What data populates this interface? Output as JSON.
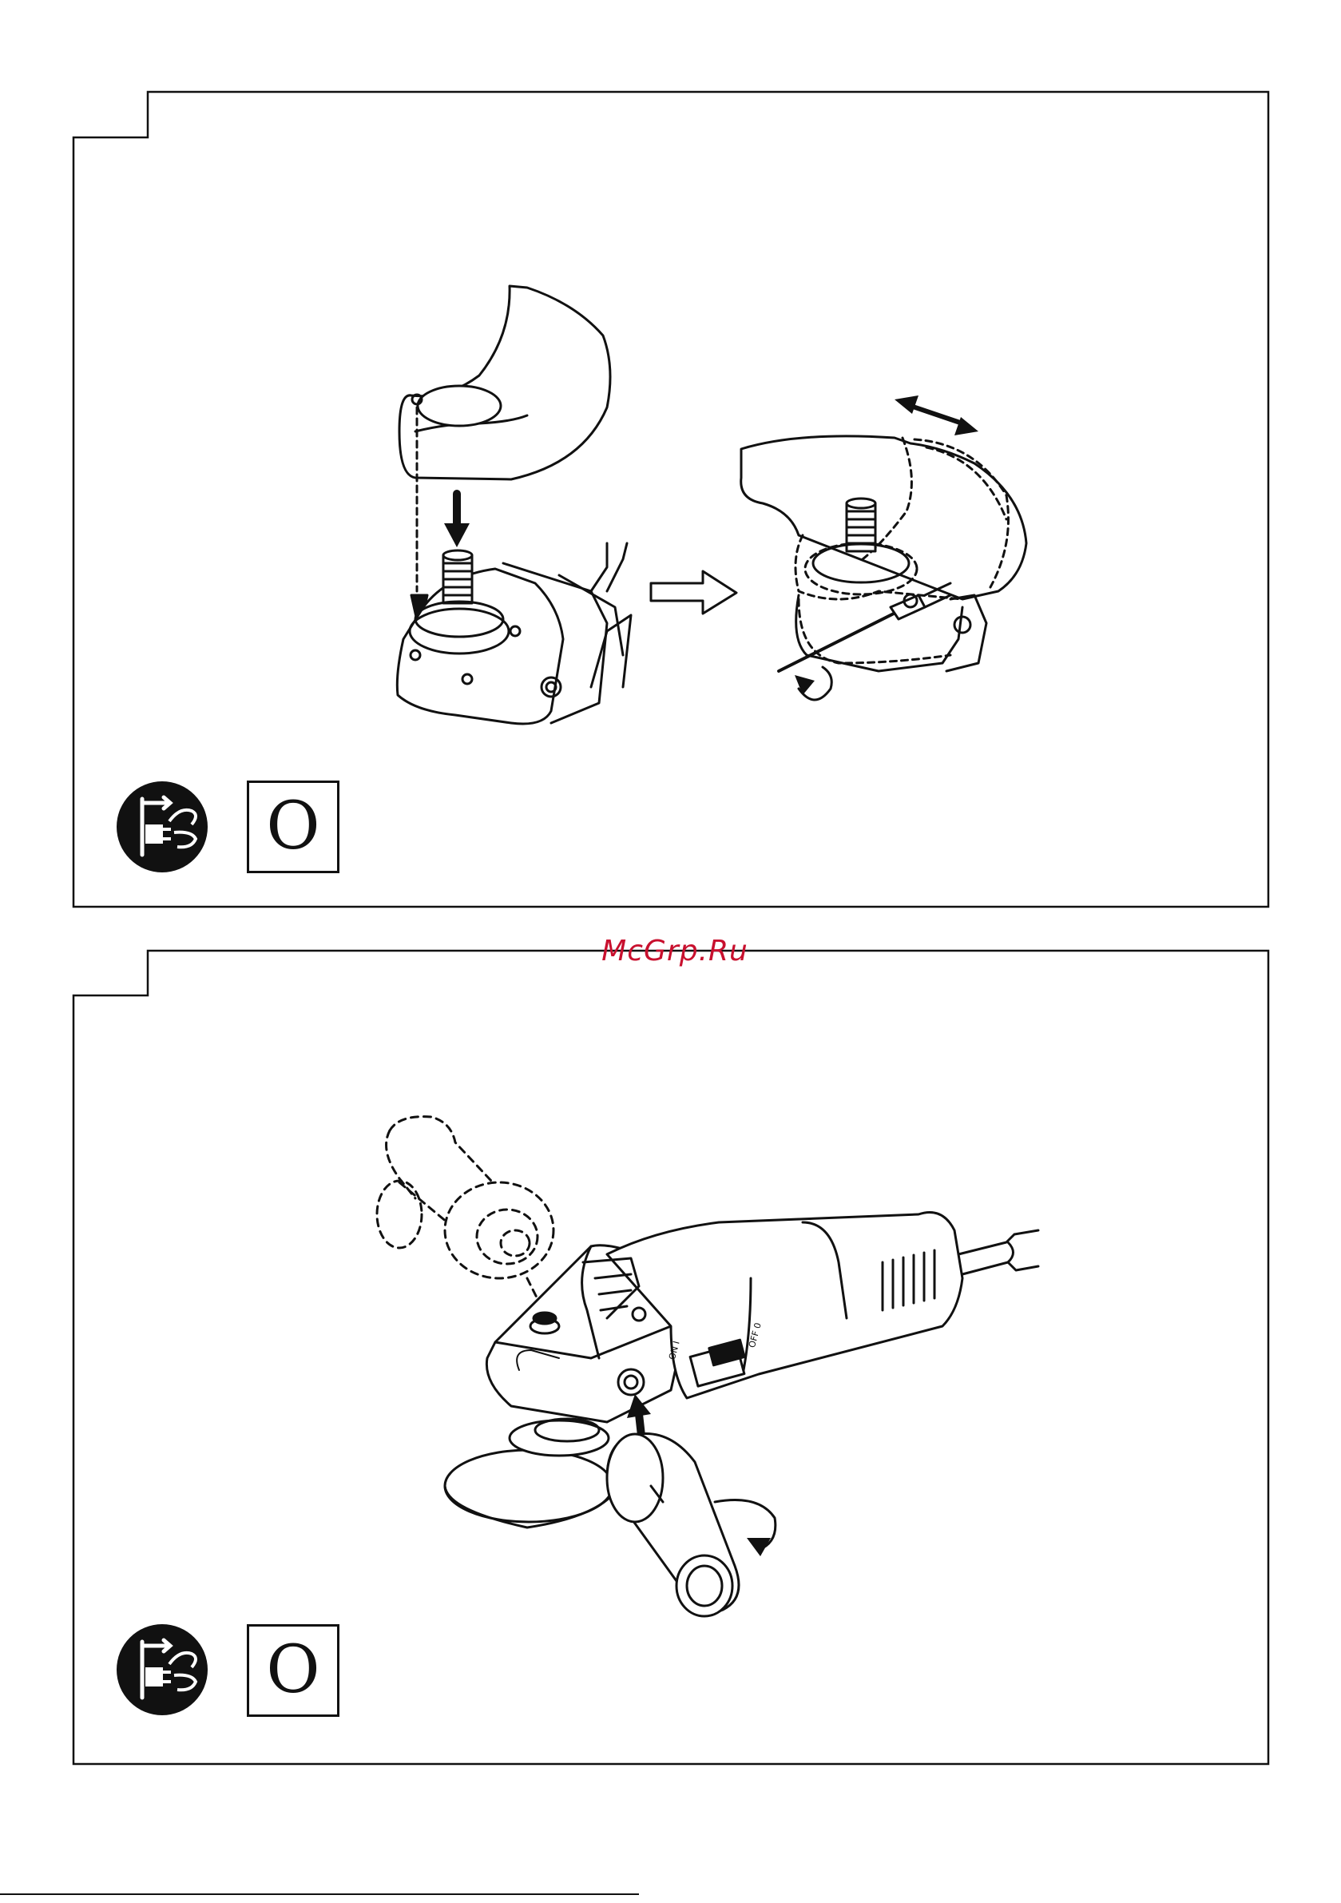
{
  "watermark": {
    "text": "McGrp.Ru"
  },
  "panels": [
    {
      "mode_symbol": "O",
      "icon": "unplug-before-service-icon"
    },
    {
      "mode_symbol": "O",
      "icon": "unplug-before-service-icon",
      "switch_labels": {
        "on": "ON I",
        "off": "OFF 0"
      }
    }
  ],
  "colors": {
    "watermark": "#c8102e",
    "line": "#111111"
  }
}
